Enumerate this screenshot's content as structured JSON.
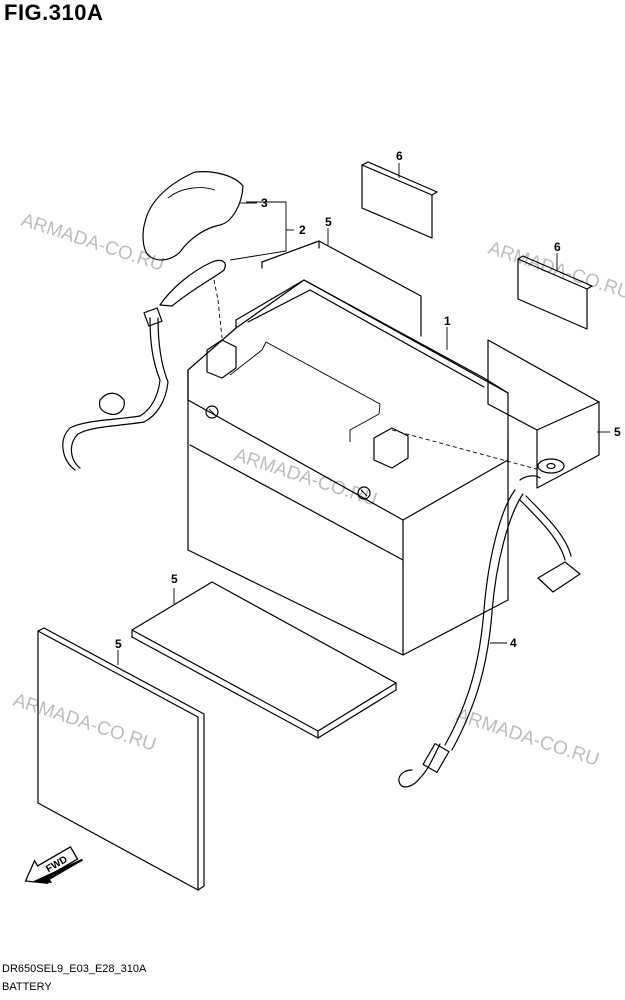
{
  "figure_title": "FIG.310A",
  "model_code": "DR650SEL9_E03_E28_310A",
  "caption": "BATTERY",
  "watermark": "ARMADA-CO.RU",
  "fwd_label": "FWD",
  "part_numbers": [
    "1",
    "2",
    "3",
    "4",
    "5",
    "6"
  ]
}
